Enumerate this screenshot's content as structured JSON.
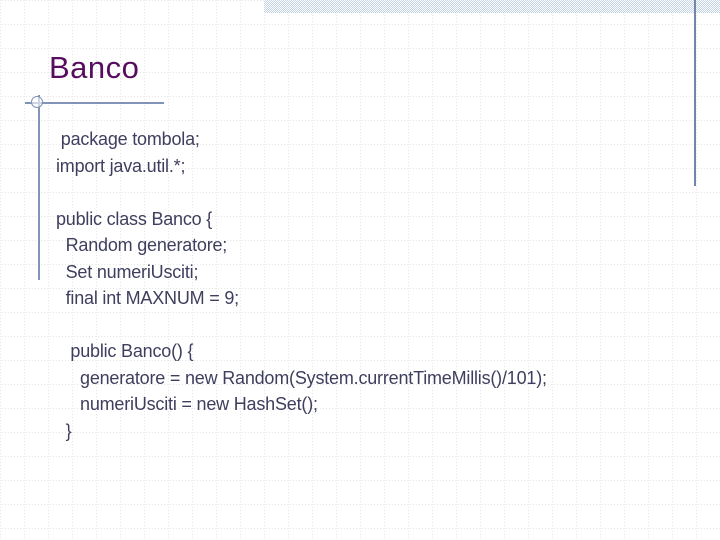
{
  "slide": {
    "title": "Banco",
    "code": {
      "lines": [
        " package tombola;",
        "import java.util.*;",
        "",
        "public class Banco {",
        "  Random generatore;",
        "  Set numeriUsciti;",
        "  final int MAXNUM = 9;",
        "",
        "   public Banco() {",
        "     generatore = new Random(System.currentTimeMillis()/101);",
        "     numeriUsciti = new HashSet();",
        "  }"
      ]
    },
    "colors": {
      "title_text": "#570d5e",
      "body_text": "#3e3e5e",
      "accent_line": "#8294b8",
      "right_rule": "#7285ab",
      "top_band_blue": "#c3d3e9",
      "grid_line": "#cccccc"
    }
  }
}
